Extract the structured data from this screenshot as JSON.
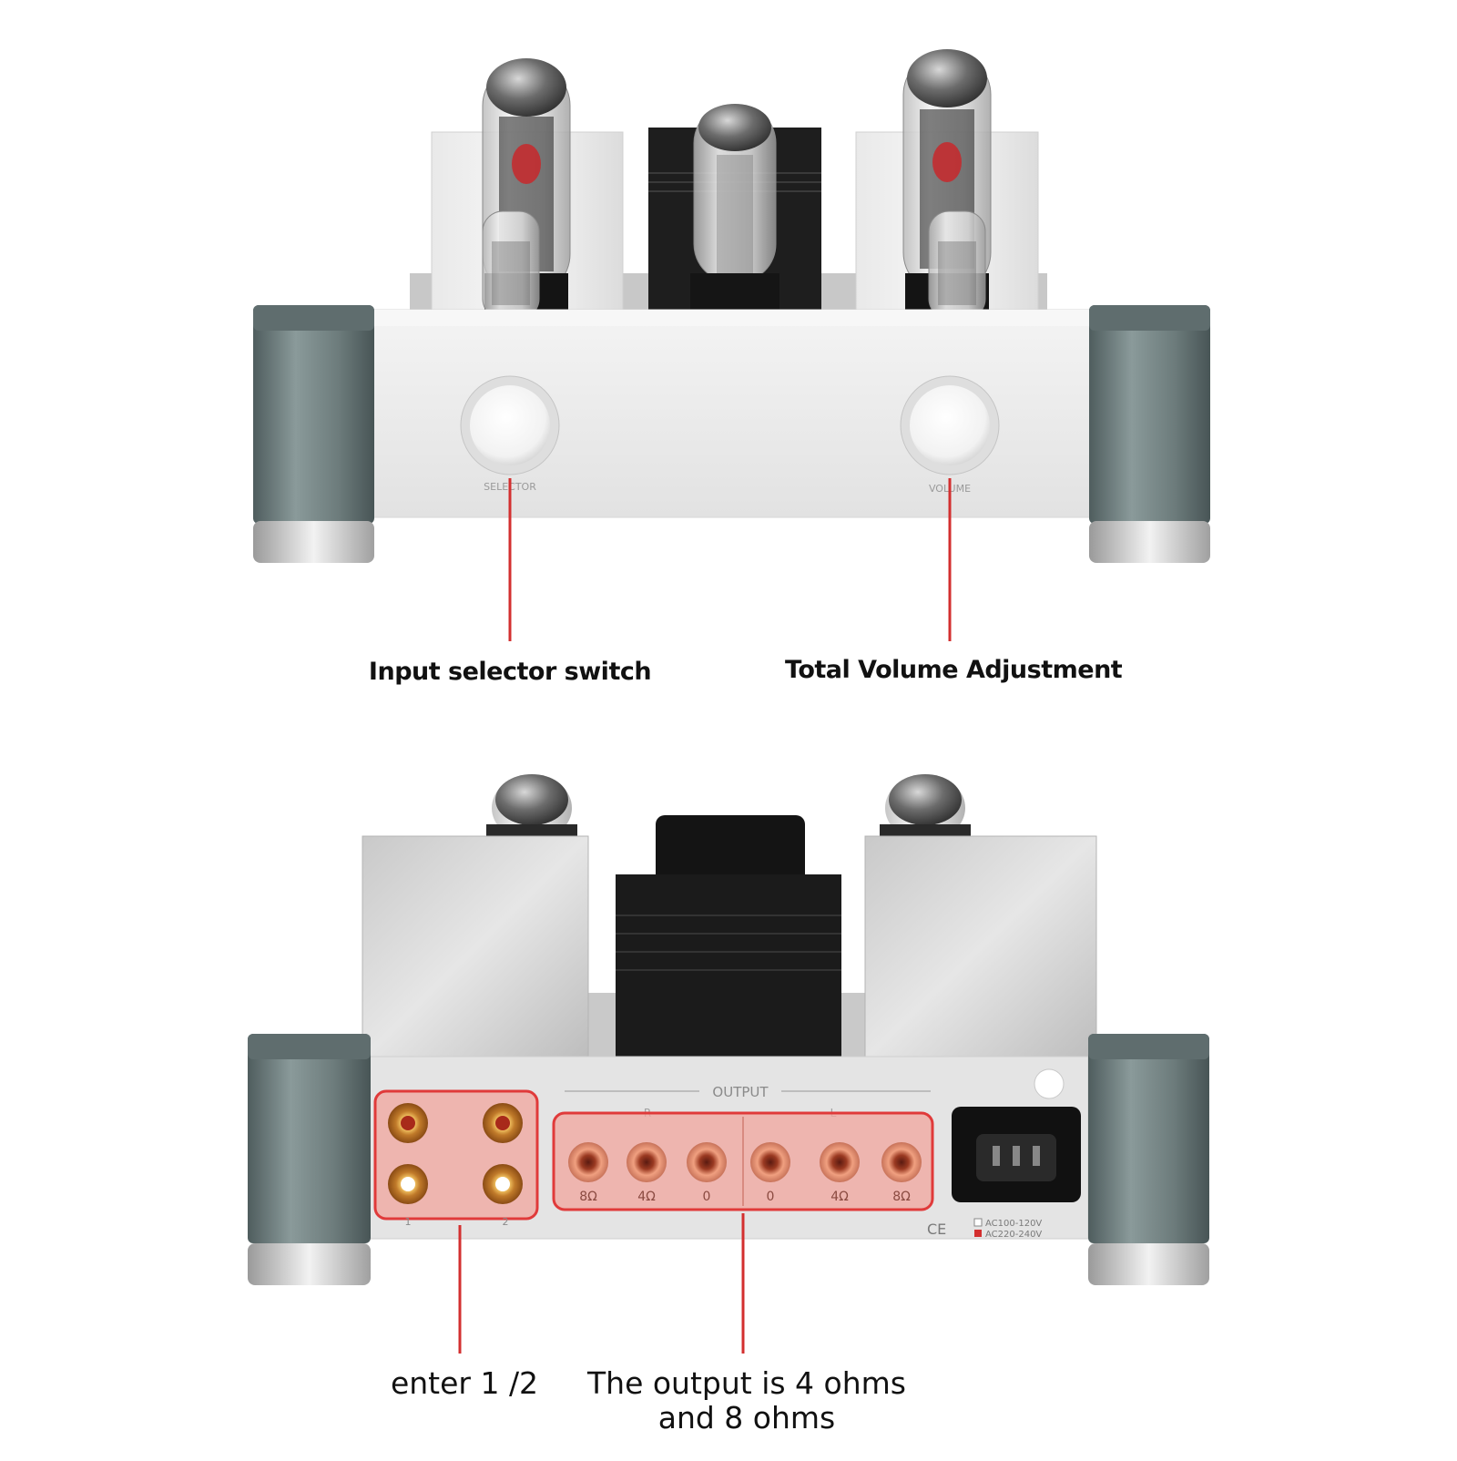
{
  "front_view": {
    "selector_panel_label": "SELECTOR",
    "volume_panel_label": "VOLUME",
    "callouts": {
      "selector": "Input selector switch",
      "volume": "Total Volume Adjustment"
    }
  },
  "rear_view": {
    "output_section_label": "OUTPUT",
    "output_channels": {
      "right": "R",
      "left": "L"
    },
    "input_jack_numbers": [
      "1",
      "2"
    ],
    "terminals": [
      "8Ω",
      "4Ω",
      "0",
      "0",
      "4Ω",
      "8Ω"
    ],
    "voltage_options": [
      "AC100-120V",
      "AC220-240V"
    ],
    "certification_marks": "CE",
    "callouts": {
      "input": "enter 1 /2",
      "output_line1": "The output is 4 ohms",
      "output_line2": "and 8 ohms"
    }
  },
  "colors": {
    "highlight_red": "#e03a3a",
    "callout_line": "#d32f2f",
    "copper": "#e9967a",
    "chassis": "#e7e7e7",
    "feet": "#6f7f7f"
  }
}
